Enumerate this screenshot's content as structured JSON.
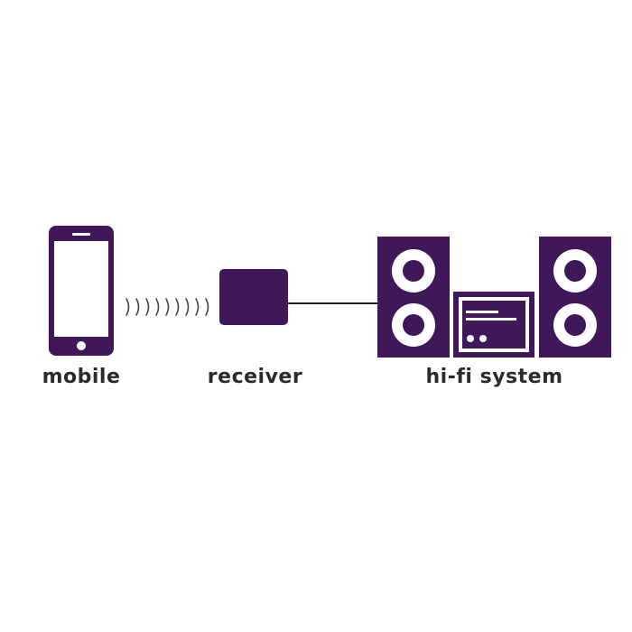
{
  "colors": {
    "device": "#40185a",
    "accent_white": "#ffffff",
    "cable": "#1e1e1e",
    "waves": "#444444",
    "label": "#2b2b2b"
  },
  "labels": {
    "mobile": "mobile",
    "receiver": "receiver",
    "hifi": "hi-fi system"
  },
  "icons": {
    "mobile": "smartphone-icon",
    "receiver": "receiver-box-icon",
    "hifi": "stereo-system-icon",
    "signal": "wireless-waves-icon"
  }
}
